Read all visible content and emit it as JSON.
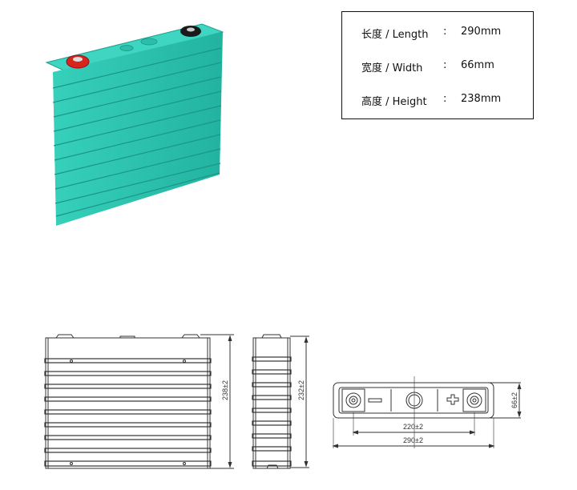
{
  "specs": [
    {
      "label": "长度 / Length",
      "colon": ":",
      "value": "290mm"
    },
    {
      "label": "宽度 / Width",
      "colon": ":",
      "value": "66mm"
    },
    {
      "label": "高度 / Height",
      "colon": ":",
      "value": "238mm"
    }
  ],
  "product_photo": {
    "description": "Prismatic LiFePO4 battery cell, teal plastic case",
    "case_color": "#2ec4b0",
    "positive_terminal_color": "#d9231e",
    "negative_terminal_color": "#1a1a1a"
  },
  "drawings": {
    "front_view": {
      "height_dim": "238±2"
    },
    "side_view": {
      "height_dim": "232±2"
    },
    "top_view": {
      "terminal_spacing_dim": "220±2",
      "length_dim": "290±2",
      "width_dim": "66±2",
      "negative_symbol": "−",
      "positive_symbol": "+"
    }
  }
}
